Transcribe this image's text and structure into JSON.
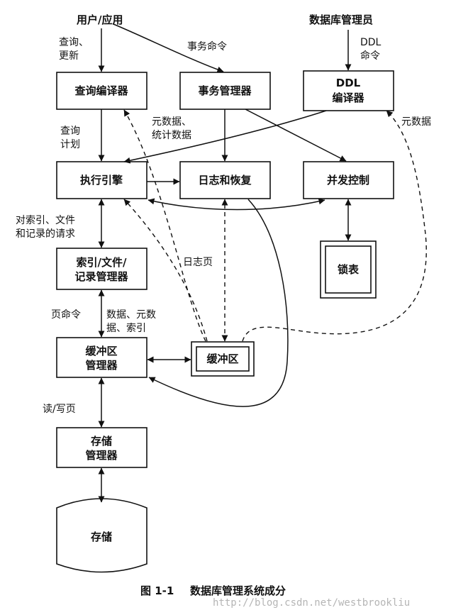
{
  "actors": {
    "user_app": "用户/应用",
    "dba": "数据库管理员"
  },
  "components": {
    "query_compiler": "查询编译器",
    "transaction_manager": "事务管理器",
    "ddl_compiler": [
      "DDL",
      "编译器"
    ],
    "execution_engine": "执行引擎",
    "logging_recovery": "日志和恢复",
    "concurrency_control": "并发控制",
    "lock_table": "锁表",
    "index_file_record_manager": [
      "索引/文件/",
      "记录管理器"
    ],
    "buffer_manager": [
      "缓冲区",
      "管理器"
    ],
    "buffers": "缓冲区",
    "storage_manager": [
      "存储",
      "管理器"
    ],
    "storage": "存储"
  },
  "edge_labels": {
    "query_update": [
      "查询、",
      "更新"
    ],
    "transaction_commands": "事务命令",
    "ddl_commands": [
      "DDL",
      "命令"
    ],
    "metadata_stats": [
      "元数据、",
      "统计数据"
    ],
    "metadata": "元数据",
    "query_plan": [
      "查询",
      "计划"
    ],
    "index_file_record_requests": [
      "对索引、文件",
      "和记录的请求"
    ],
    "log_pages": "日志页",
    "page_commands": "页命令",
    "data_metadata_indexes": [
      "数据、元数",
      "据、索引"
    ],
    "read_write_pages": "读/写页"
  },
  "caption": {
    "figure_number": "图 1-1",
    "title": "数据库管理系统成分"
  },
  "watermark": "http://blog.csdn.net/westbrookliu"
}
